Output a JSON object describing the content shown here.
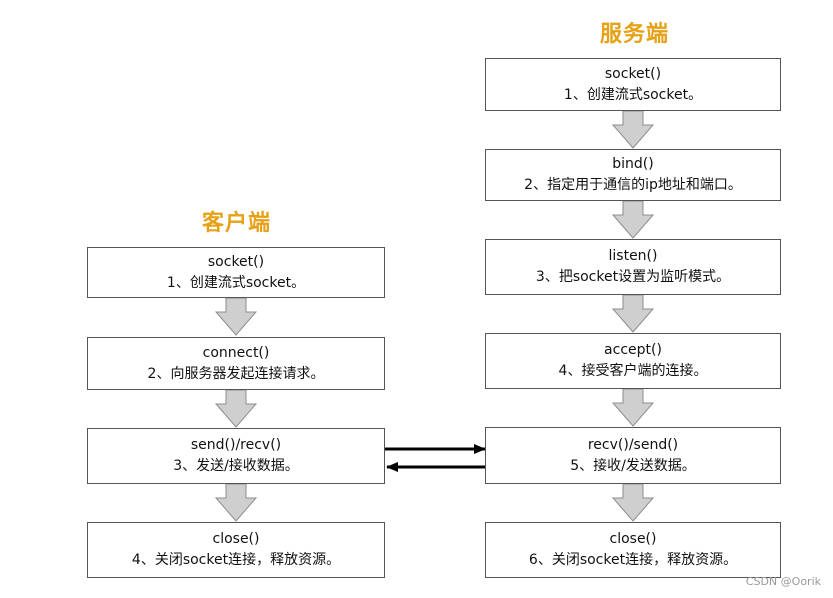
{
  "server": {
    "title": "服务端",
    "steps": [
      {
        "func": "socket()",
        "desc": "1、创建流式socket。"
      },
      {
        "func": "bind()",
        "desc": "2、指定用于通信的ip地址和端口。"
      },
      {
        "func": "listen()",
        "desc": "3、把socket设置为监听模式。"
      },
      {
        "func": "accept()",
        "desc": "4、接受客户端的连接。"
      },
      {
        "func": "recv()/send()",
        "desc": "5、接收/发送数据。"
      },
      {
        "func": "close()",
        "desc": "6、关闭socket连接，释放资源。"
      }
    ]
  },
  "client": {
    "title": "客户端",
    "steps": [
      {
        "func": "socket()",
        "desc": "1、创建流式socket。"
      },
      {
        "func": "connect()",
        "desc": "2、向服务器发起连接请求。"
      },
      {
        "func": "send()/recv()",
        "desc": "3、发送/接收数据。"
      },
      {
        "func": "close()",
        "desc": "4、关闭socket连接，释放资源。"
      }
    ]
  },
  "watermark": "CSDN @Oorik",
  "colors": {
    "title": "#e6a117",
    "flow_arrow_fill": "#cfcfcf",
    "flow_arrow_stroke": "#8c8c8c",
    "link_arrow": "#000000"
  }
}
